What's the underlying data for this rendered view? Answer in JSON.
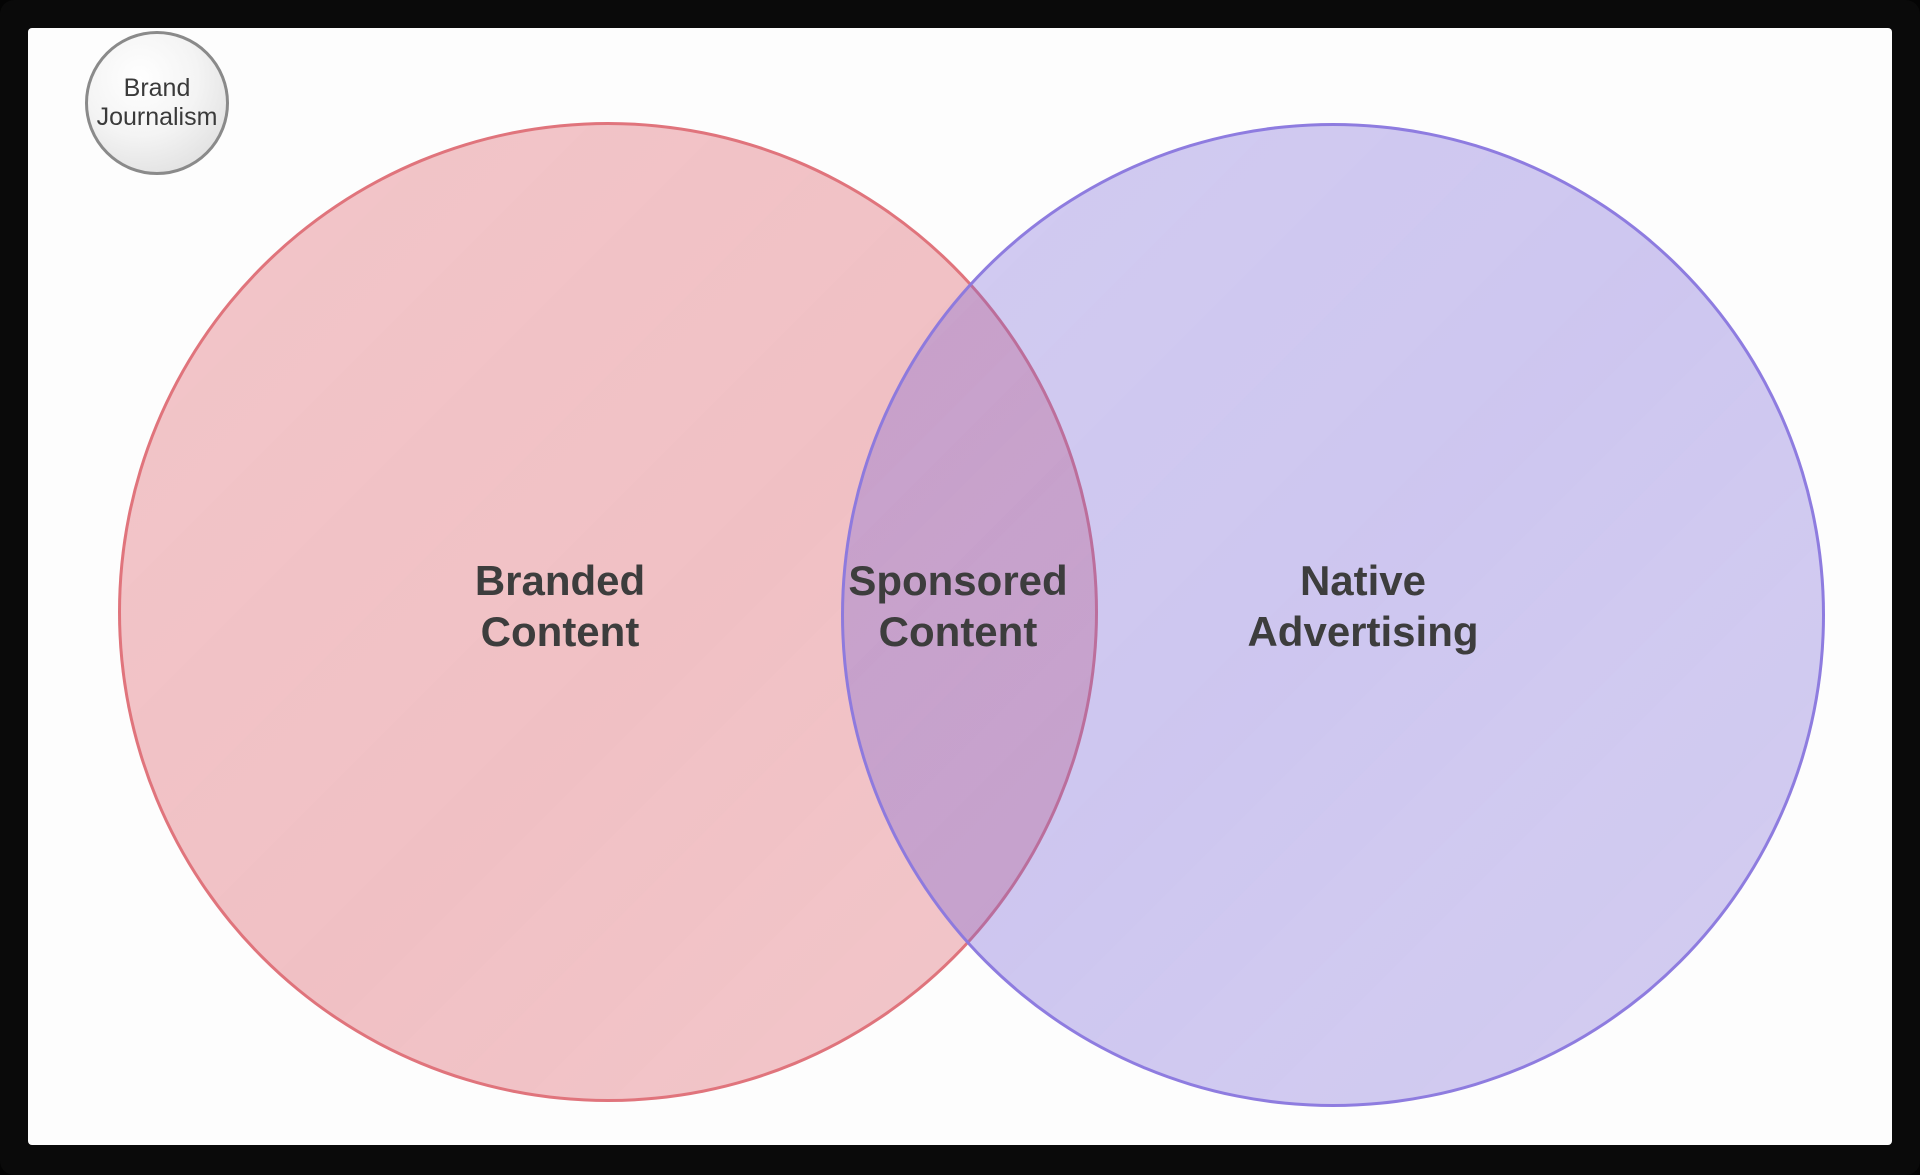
{
  "badge": {
    "line1": "Brand",
    "line2": "Journalism"
  },
  "venn": {
    "left_circle": {
      "line1": "Branded",
      "line2": "Content",
      "fill": "#f2c3c7",
      "stroke": "#de7078"
    },
    "overlap": {
      "line1": "Sponsored",
      "line2": "Content",
      "fill": "#c8a2cd"
    },
    "right_circle": {
      "line1": "Native",
      "line2": "Advertising",
      "fill": "#d0c9f1",
      "stroke": "#8a78de"
    }
  },
  "colors": {
    "frame": "#0a0a0a",
    "canvas_background": "#fdfdfd",
    "label_text": "#3d3d3d",
    "badge_border": "#8a8a8a"
  }
}
